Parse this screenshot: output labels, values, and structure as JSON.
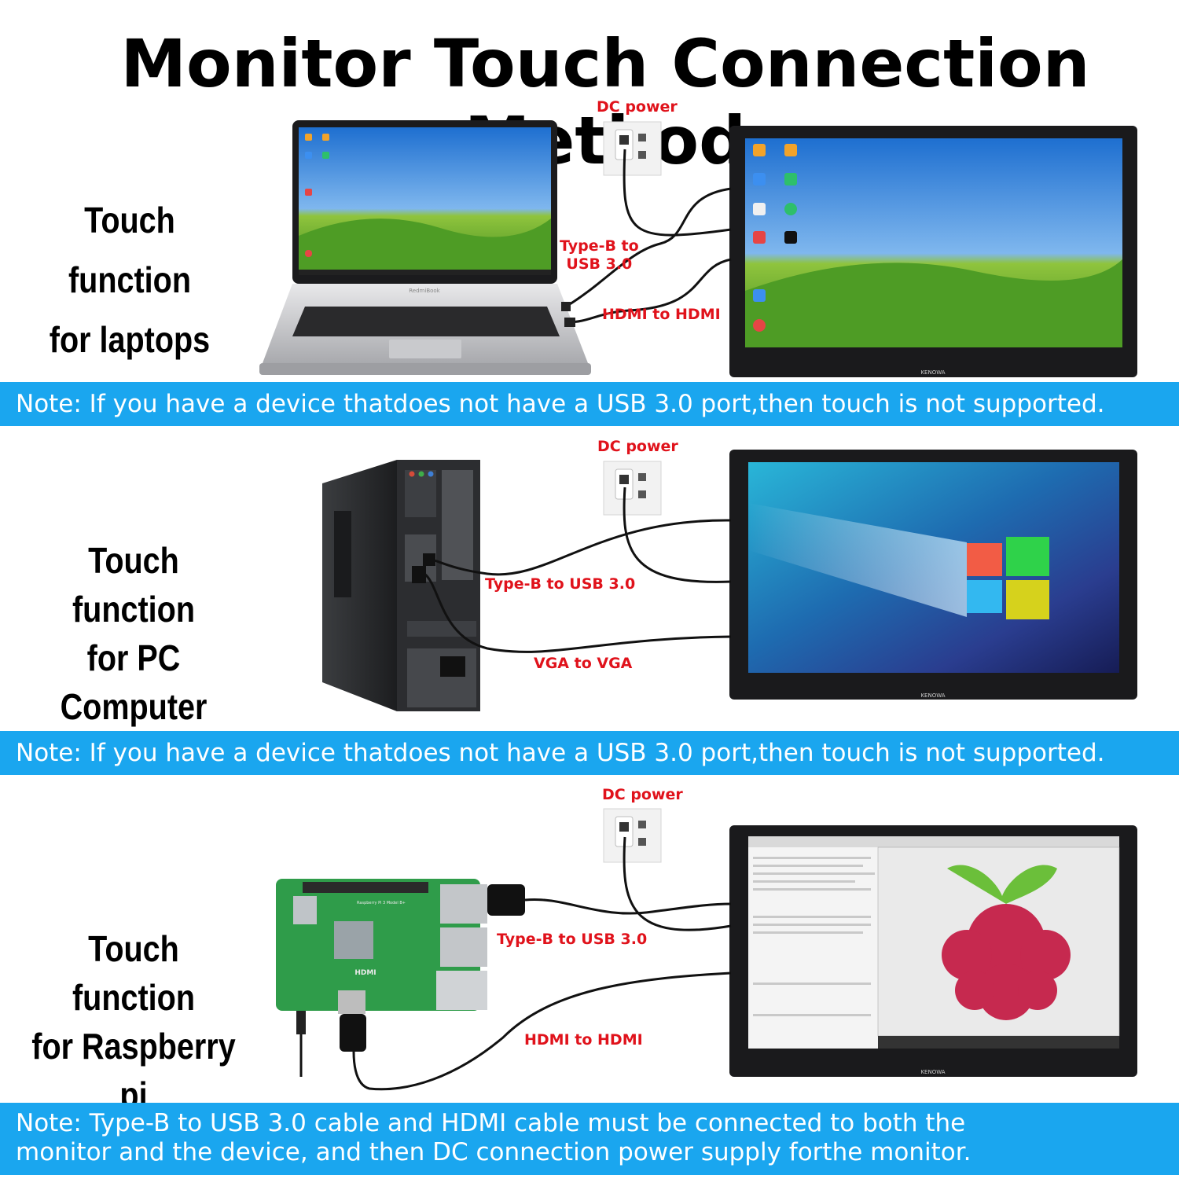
{
  "title": "Monitor Touch Connection Method",
  "sections": [
    {
      "label_lines": [
        "Touch function",
        "for laptops"
      ],
      "cables": {
        "dc": "DC power",
        "typeb_line1": "Type-B to",
        "typeb_line2": "USB 3.0",
        "video": "HDMI to HDMI"
      },
      "note": "Note: If you have a device thatdoes not have a USB 3.0 port,then touch is not supported."
    },
    {
      "label_lines": [
        "Touch function",
        "for PC Computer"
      ],
      "cables": {
        "dc": "DC power",
        "typeb": "Type-B to USB 3.0",
        "video": "VGA to VGA"
      },
      "note": "Note: If you have a device thatdoes not have a USB 3.0 port,then touch is not supported."
    },
    {
      "label_lines": [
        "Touch function",
        "for Raspberry pi"
      ],
      "cables": {
        "dc": "DC power",
        "typeb": "Type-B to USB 3.0",
        "video": "HDMI to HDMI"
      },
      "note_lines": [
        "Note: Type-B to USB 3.0 cable and HDMI cable must be connected to both the",
        "monitor and the device, and then DC connection power supply forthe monitor."
      ]
    }
  ],
  "monitor_brand": "KENOWA",
  "laptop_brand": "RedmiBook",
  "pi_board_text": "Raspberry Pi 3 Model B+",
  "pi_hdmi_label": "HDMI",
  "colors": {
    "accent_red": "#e0121b",
    "note_blue": "#1aa6ef",
    "cable": "#111111"
  }
}
